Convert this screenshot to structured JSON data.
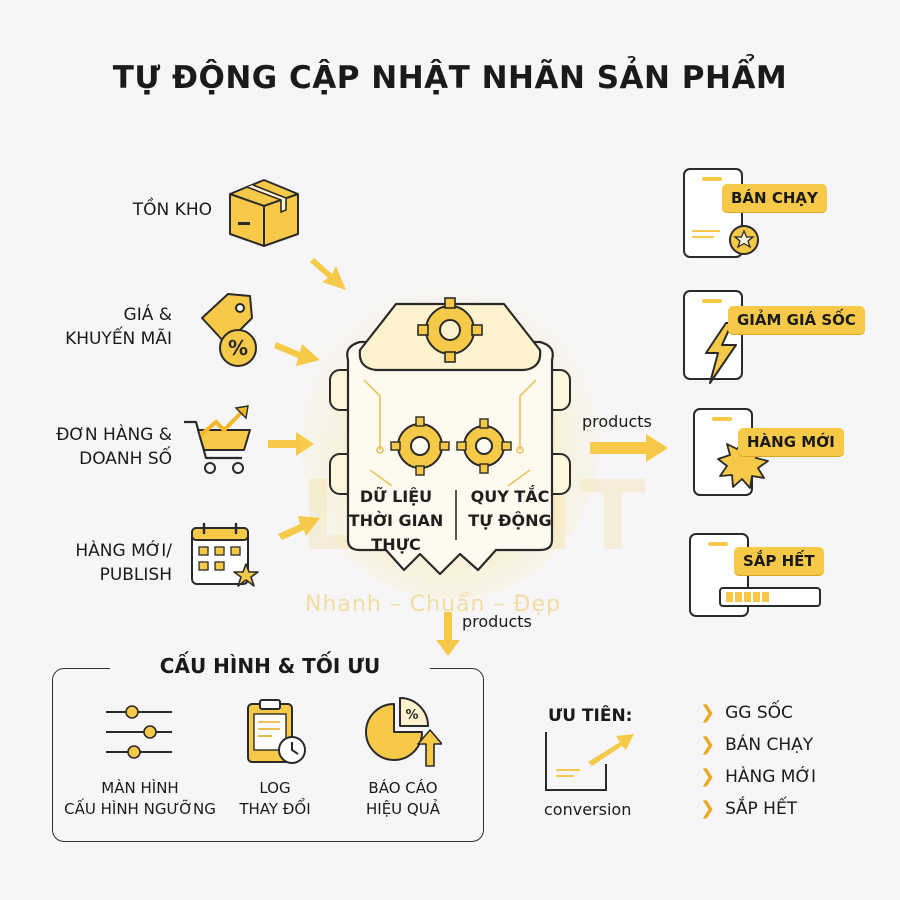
{
  "title": "TỰ ĐỘNG CẬP NHẬT NHÃN SẢN PHẨM",
  "inputs": [
    {
      "line1": "TỒN KHO",
      "line2": ""
    },
    {
      "line1": "GIÁ &",
      "line2": "KHUYẾN MÃI"
    },
    {
      "line1": "ĐƠN HÀNG &",
      "line2": "DOANH SỐ"
    },
    {
      "line1": "HÀNG MỚI/",
      "line2": "PUBLISH"
    }
  ],
  "engine": {
    "left_text": [
      "DỮ LIỆU",
      "THỜI GIAN",
      "THỰC"
    ],
    "right_text": [
      "QUY TẮC",
      "TỰ ĐỘNG"
    ]
  },
  "watermark": {
    "brand": "LIGHT",
    "tagline": "Nhanh – Chuẩn – Đẹp"
  },
  "flow": {
    "right_label": "products",
    "down_label": "products"
  },
  "labels": [
    "BÁN CHẠY",
    "GIẢM GIÁ SỐC",
    "HÀNG MỚI",
    "SẮP HẾT"
  ],
  "config": {
    "title": "CẤU HÌNH & TỐI ƯU",
    "items": [
      {
        "line1": "MÀN HÌNH",
        "line2": "CẤU HÌNH NGƯỠNG"
      },
      {
        "line1": "LOG",
        "line2": "THAY ĐỔI"
      },
      {
        "line1": "BÁO CÁO",
        "line2": "HIỆU QUẢ"
      }
    ]
  },
  "priority": {
    "title": "ƯU TIÊN:",
    "conversion": "conversion",
    "items": [
      "GG SỐC",
      "BÁN CHẠY",
      "HÀNG MỚI",
      "SẮP HẾT"
    ]
  },
  "colors": {
    "accent": "#f7c948",
    "accent_dark": "#e8a91a",
    "stroke": "#2a2a2a",
    "background": "#f6f6f8"
  },
  "icons": [
    "box-icon",
    "price-tag-icon",
    "cart-trend-icon",
    "calendar-star-icon",
    "gear-icon",
    "lightning-icon",
    "starburst-icon",
    "stock-bar-icon",
    "sliders-icon",
    "clipboard-clock-icon",
    "pie-chart-icon"
  ]
}
